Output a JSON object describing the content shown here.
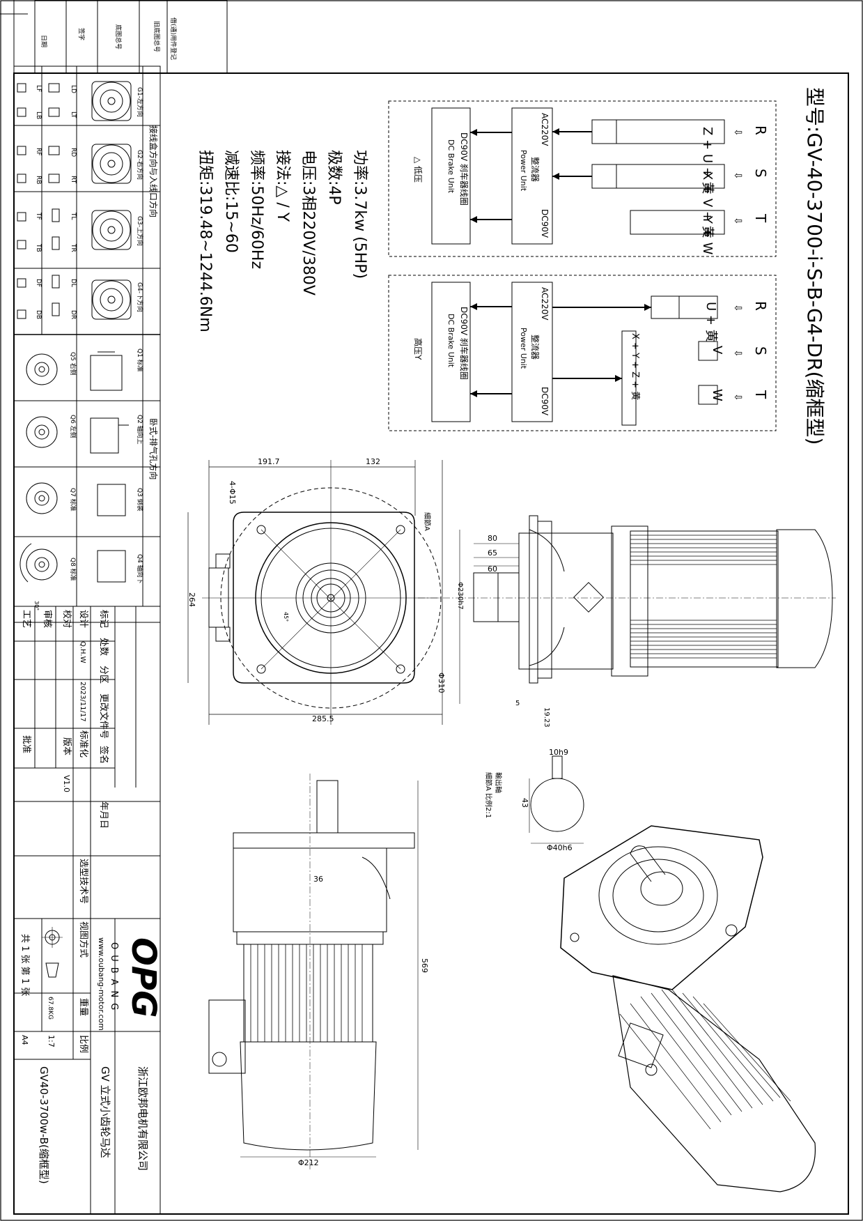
{
  "title": {
    "model": "型号:GV-40-3700-i-S-B-G4-DR(缩框型)"
  },
  "specs": [
    "功率:3.7kw (5HP)",
    "极数:4P",
    "电压:3相220V/380V",
    "接法:△ / Y",
    "频率:50Hz/60Hz",
    "减速比:15~60",
    "扭矩:319.48~1244.6Nm"
  ],
  "wiring_low": {
    "terminals": [
      "R",
      "S",
      "T"
    ],
    "row1": [
      "Z",
      "+",
      "U",
      "+",
      "黄"
    ],
    "row2": [
      "X",
      "+",
      "V",
      "+",
      "黄"
    ],
    "row3": [
      "Y",
      "+",
      "W"
    ],
    "rectifier_cn": "整流器",
    "rectifier_en": "Power Unit",
    "ac_label": "AC220V",
    "dc_label": "DC90V",
    "coil_cn": "DC90V 刹车器线圈",
    "coil_en": "DC Brake Unit",
    "mode": "△ 低压"
  },
  "wiring_high": {
    "terminals": [
      "R",
      "S",
      "T"
    ],
    "row1": [
      "U",
      "+",
      "黄"
    ],
    "s_box": "V",
    "t_box": "W",
    "star": "X + Y + Z + 黄",
    "rectifier_cn": "整流器",
    "rectifier_en": "Power Unit",
    "ac_label": "AC220V",
    "dc_label": "DC90V",
    "coil_cn": "DC90V 刹车器线圈",
    "coil_en": "DC Brake Unit",
    "mode": "高压Y"
  },
  "dims": {
    "d1917": "191.7",
    "d132": "132",
    "holes": "4-Φ15",
    "detail": "細節A",
    "d264": "264",
    "d2855": "285.5",
    "d310": "Φ310",
    "d80": "80",
    "d65": "65",
    "d60": "60",
    "d230": "Φ230h7",
    "d5": "5",
    "d1923": "19.23",
    "angle45": "45°",
    "key10": "10h9",
    "d43": "43",
    "d40": "Φ40h6",
    "shaft_title": "輸出軸",
    "shaft_detail": "細節A 比例2:1",
    "d36": "36",
    "d569": "569",
    "d212": "Φ212",
    "angle30": "30°"
  },
  "mounting": {
    "header": "接线盒方向与入线口方向",
    "header2": "卧式-排气孔方向",
    "g_labels": [
      "G1-左方向",
      "G2-右方向",
      "G3-上方向",
      "G4-下方向"
    ],
    "g_codes": [
      [
        "LD",
        "LT",
        "LF",
        "LB"
      ],
      [
        "RD",
        "RT",
        "RF",
        "RB"
      ],
      [
        "TL",
        "TR",
        "TF",
        "TB"
      ],
      [
        "DL",
        "DR",
        "DF",
        "DB"
      ]
    ],
    "q_labels": [
      "Q1 标准",
      "Q2 轴向上",
      "Q3 倒装",
      "Q4 轴向下"
    ],
    "q_bottom": [
      "Q5 右侧",
      "Q6 左侧",
      "Q7 标准",
      "Q8 标准"
    ]
  },
  "title_block": {
    "col_mark": "标记",
    "col_count": "处数",
    "col_zone": "分区",
    "col_change": "更改文件号",
    "col_sign": "签名",
    "col_date": "年月日",
    "design": "设计",
    "designer": "Q.H.W",
    "date": "2023/11/17",
    "standard": "标准化",
    "check": "校对",
    "version_label": "版本",
    "version": "V1.0",
    "review": "审核",
    "process": "工艺",
    "approve": "批准",
    "selection": "选型技术号",
    "view_method": "视图方式",
    "weight_label": "重量",
    "weight": "67.8KG",
    "scale_label": "比例",
    "scale": "1:7",
    "sheets": "共 1 张 第 1 张",
    "paper": "A4",
    "logo": "OPG",
    "brand": "OUBANG",
    "website": "www.oubang-motor.com",
    "company": "浙江欧邦电机有限公司",
    "product": "GV 立式小齿轮马达",
    "drawing_no": "GV40-3700w-B(缩框型)"
  },
  "top_left": {
    "a": "借(通)用件登记",
    "b": "旧底图总号",
    "c": "底图总号",
    "d": "签字",
    "e": "日期"
  }
}
